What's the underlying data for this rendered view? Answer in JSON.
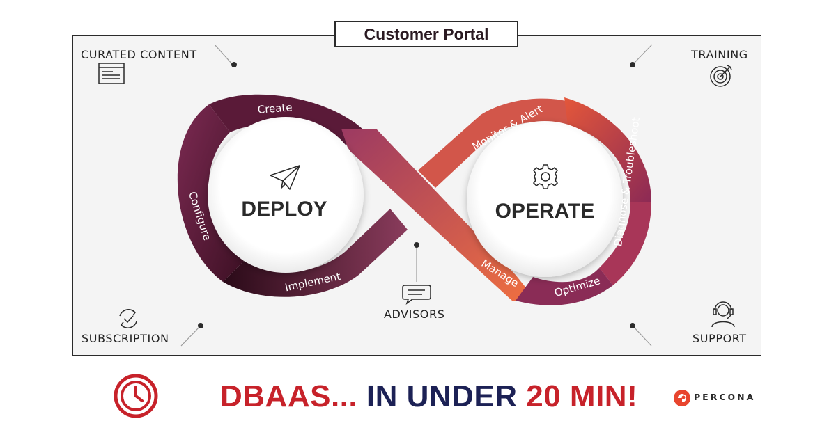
{
  "header": {
    "title": "Customer Portal"
  },
  "corners": {
    "curated_content": "CURATED CONTENT",
    "training": "TRAINING",
    "subscription": "SUBSCRIPTION",
    "support": "SUPPORT",
    "advisors": "ADVISORS"
  },
  "hubs": {
    "left": "DEPLOY",
    "right": "OPERATE"
  },
  "loop_steps": {
    "create": "Create",
    "configure": "Configure",
    "implement": "Implement",
    "monitor": "Monitor & Alert",
    "diagnose": "Diagnose & Troubleshoot",
    "optimize": "Optimize",
    "manage": "Manage"
  },
  "banner": {
    "part1": "DBAAS... ",
    "part2": "IN UNDER ",
    "part3": "20 MIN!",
    "brand": "PERCONA"
  },
  "colors": {
    "deploy_dark": "#3d1024",
    "deploy_mid": "#7c2a52",
    "operate_orange": "#ec6a3c",
    "accent_red": "#c7222a",
    "navy": "#1c2155"
  },
  "icons": {
    "curated_content": "document-list-icon",
    "training": "target-icon",
    "subscription": "refresh-check-icon",
    "support": "headset-agent-icon",
    "advisors": "chat-bubble-icon",
    "deploy": "paper-plane-icon",
    "operate": "gear-icon",
    "clock": "clock-icon",
    "brand": "percona-logo-icon"
  }
}
